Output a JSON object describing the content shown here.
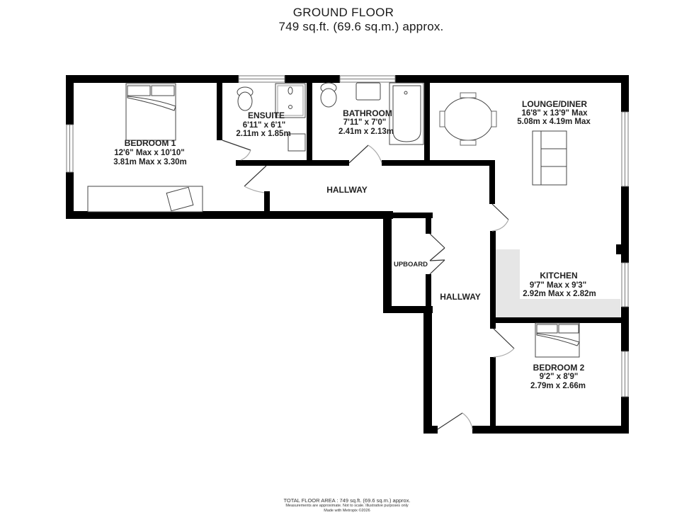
{
  "header": {
    "title": "GROUND FLOOR",
    "area": "749 sq.ft. (69.6 sq.m.) approx."
  },
  "rooms": {
    "bedroom1": {
      "name": "BEDROOM 1",
      "imperial": "12'6\" Max x 10'10\"",
      "metric": "3.81m Max x 3.30m"
    },
    "ensuite": {
      "name": "ENSUITE",
      "imperial": "6'11\"  x 6'1\"",
      "metric": "2.11m  x 1.85m"
    },
    "bathroom": {
      "name": "BATHROOM",
      "imperial": "7'11\"  x 7'0\"",
      "metric": "2.41m  x 2.13m"
    },
    "lounge": {
      "name": "LOUNGE/DINER",
      "imperial": "16'8\"  x 13'9\" Max",
      "metric": "5.08m  x 4.19m Max"
    },
    "hallway_upper": {
      "name": "HALLWAY"
    },
    "hallway_lower": {
      "name": "HALLWAY"
    },
    "cupboard": {
      "name": "UPBOARD"
    },
    "kitchen": {
      "name": "KITCHEN",
      "imperial": "9'7\" Max x 9'3\"",
      "metric": "2.92m Max x 2.82m"
    },
    "bedroom2": {
      "name": "BEDROOM 2",
      "imperial": "9'2\"  x 8'9\"",
      "metric": "2.79m  x 2.66m"
    }
  },
  "footer": {
    "total": "TOTAL FLOOR AREA : 749 sq.ft. (69.6 sq.m.) approx.",
    "disclaimer": "Measurements are approximate.  Not to scale.  Illustrative purposes only",
    "credit": "Made with Metropix ©2026"
  },
  "colors": {
    "wall": "#000000",
    "kitchen_worktop": "#e6e6e6",
    "fixture_line": "#555555"
  }
}
